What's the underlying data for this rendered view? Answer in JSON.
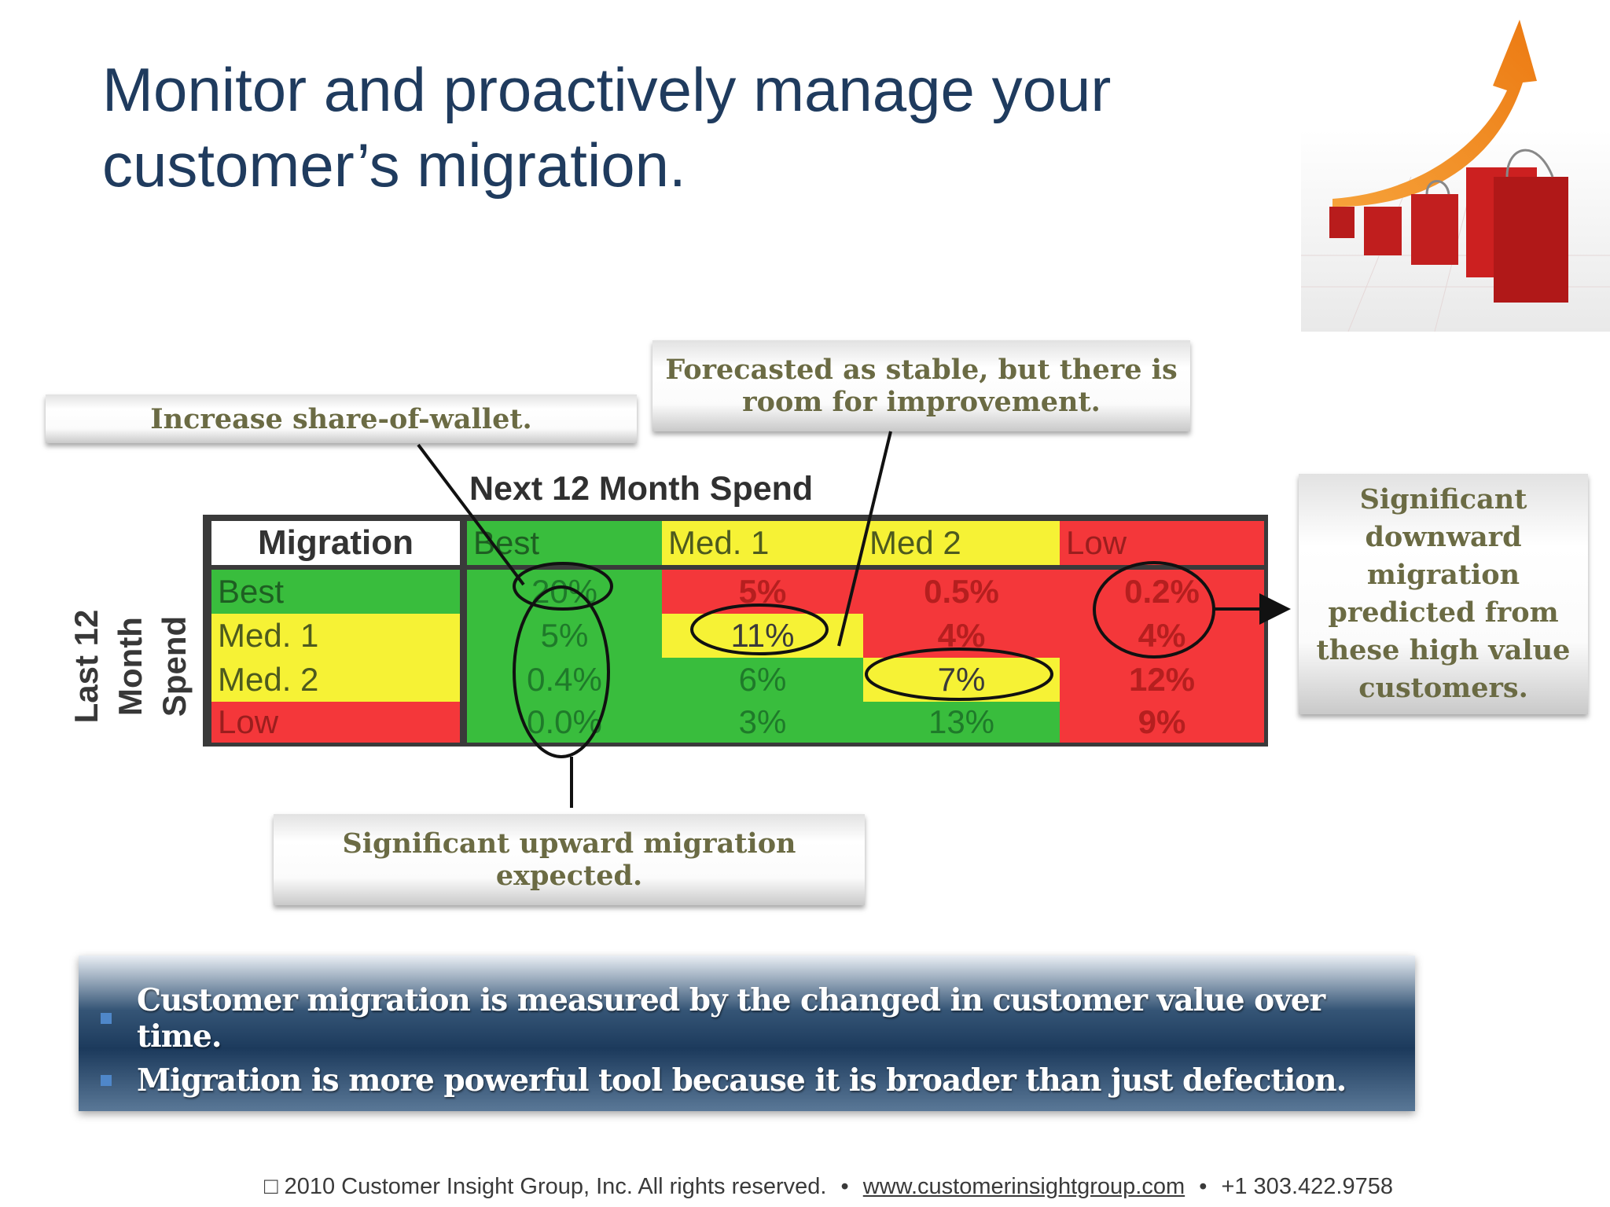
{
  "title": "Monitor and proactively manage your customer’s migration.",
  "callouts": {
    "share_of_wallet": "Increase share-of-wallet.",
    "stable_line1": "Forecasted as stable, but there is",
    "stable_line2": "room for improvement.",
    "downward_lines": [
      "Significant",
      "downward",
      "migration",
      "predicted from",
      "these high value",
      "customers."
    ],
    "upward_line1": "Significant upward migration",
    "upward_line2": "expected."
  },
  "matrix": {
    "column_axis_title": "Next 12 Month Spend",
    "row_axis_title": [
      "Last 12",
      "Month",
      "Spend"
    ],
    "corner_label": "Migration",
    "columns": [
      "Best",
      "Med. 1",
      "Med 2",
      "Low"
    ],
    "rows": [
      {
        "label": "Best",
        "values": [
          "20%",
          "5%",
          "0.5%",
          "0.2%"
        ]
      },
      {
        "label": "Med. 1",
        "values": [
          "5%",
          "11%",
          "4%",
          "4%"
        ]
      },
      {
        "label": "Med. 2",
        "values": [
          "0.4%",
          "6%",
          "7%",
          "12%"
        ]
      },
      {
        "label": "Low",
        "values": [
          "0.0%",
          "3%",
          "13%",
          "9%"
        ]
      }
    ],
    "colors": {
      "green": "#39bd3d",
      "yellow": "#f6f235",
      "red": "#f4373a"
    }
  },
  "bullets": [
    "Customer migration is measured by the changed in customer value over time.",
    "Migration is more powerful tool because it is broader than just defection."
  ],
  "footer": {
    "copyright": "□ 2010 Customer Insight Group, Inc. All rights reserved.",
    "website": "www.customerinsightgroup.com",
    "phone": "+1 303.422.9758",
    "separator": "•"
  }
}
